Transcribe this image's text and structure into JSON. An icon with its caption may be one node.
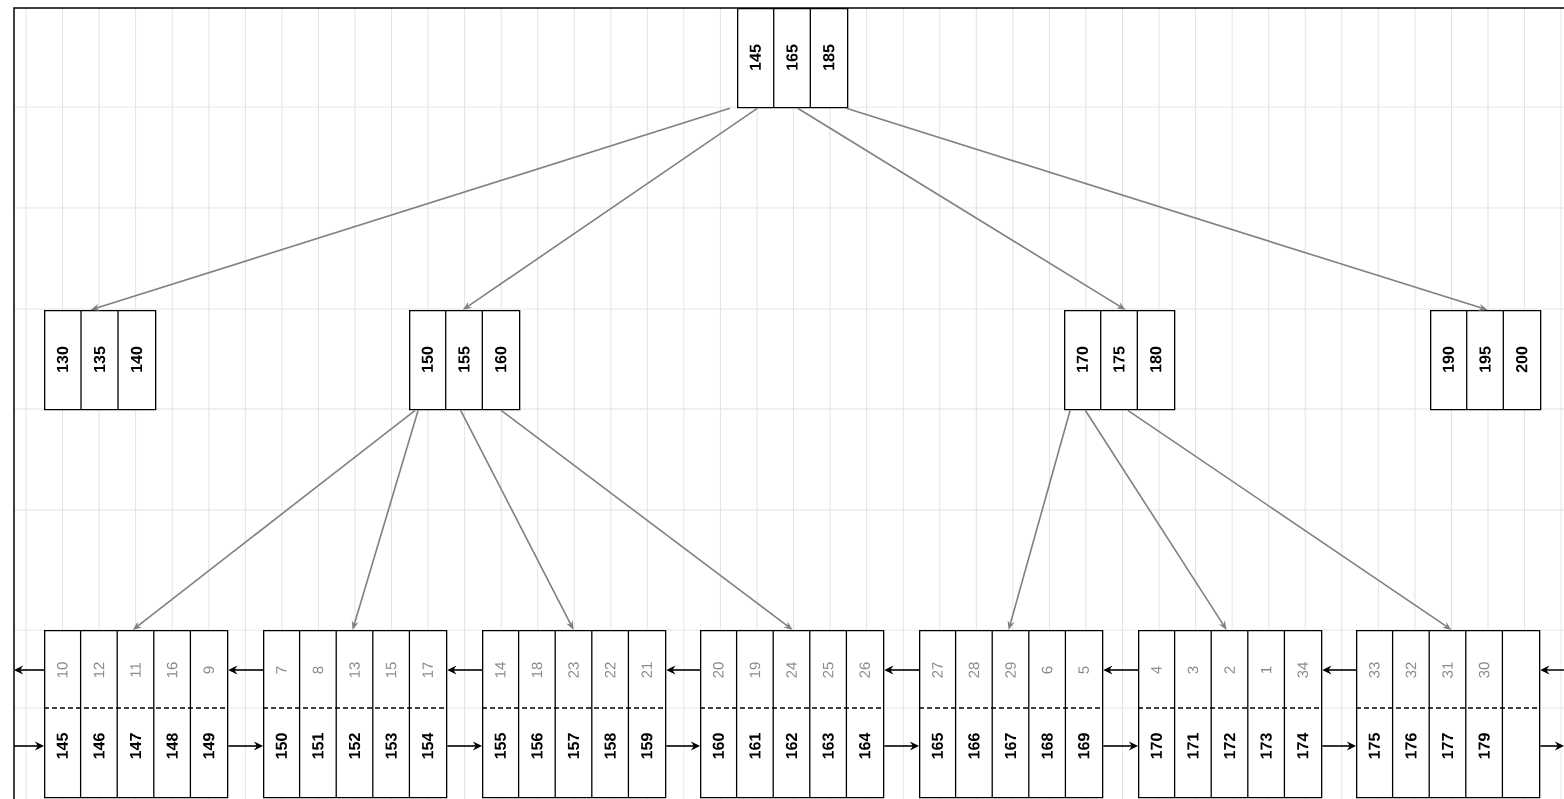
{
  "diagram": {
    "nodes": [
      {
        "text": [
          "145",
          "165",
          "185"
        ]
      },
      {
        "text": [
          "130",
          "135",
          "140"
        ]
      },
      {
        "text": [
          "150",
          "155",
          "160"
        ]
      },
      {
        "text": [
          "170",
          "175",
          "180"
        ]
      },
      {
        "text": [
          "190",
          "195",
          "200"
        ]
      },
      {
        "text": [
          "10",
          "12",
          "11",
          "16",
          "9",
          "145",
          "146",
          "147",
          "148",
          "149"
        ]
      },
      {
        "text": [
          "7",
          "8",
          "13",
          "15",
          "17",
          "150",
          "151",
          "152",
          "153",
          "154"
        ]
      },
      {
        "text": [
          "14",
          "18",
          "23",
          "22",
          "21",
          "155",
          "156",
          "157",
          "158",
          "159"
        ]
      },
      {
        "text": [
          "20",
          "19",
          "24",
          "25",
          "26",
          "160",
          "161",
          "162",
          "163",
          "164"
        ]
      },
      {
        "text": [
          "27",
          "28",
          "29",
          "6",
          "5",
          "165",
          "166",
          "167",
          "168",
          "169"
        ]
      },
      {
        "text": [
          "4",
          "3",
          "2",
          "1",
          "34",
          "170",
          "171",
          "172",
          "173",
          "174"
        ]
      },
      {
        "text": [
          "33",
          "32",
          "31",
          "30",
          "175",
          "176",
          "177",
          "179"
        ]
      }
    ],
    "edges": [
      {
        "from": 0,
        "to": 1,
        "arrow": "to",
        "color": "#808080"
      },
      {
        "from": 0,
        "to": 2,
        "arrow": "to",
        "color": "#808080"
      },
      {
        "from": 0,
        "to": 3,
        "arrow": "to",
        "color": "#808080"
      },
      {
        "from": 0,
        "to": 4,
        "arrow": "to",
        "color": "#808080"
      },
      {
        "from": 2,
        "to": 5,
        "arrow": "to",
        "color": "#808080"
      },
      {
        "from": 2,
        "to": 6,
        "arrow": "to",
        "color": "#808080"
      },
      {
        "from": 2,
        "to": 7,
        "arrow": "to",
        "color": "#808080"
      },
      {
        "from": 2,
        "to": 8,
        "arrow": "to",
        "color": "#808080"
      },
      {
        "from": 3,
        "to": 9,
        "arrow": "to",
        "color": "#808080"
      },
      {
        "from": 3,
        "to": 10,
        "arrow": "to",
        "color": "#808080"
      },
      {
        "from": 3,
        "to": 11,
        "arrow": "to",
        "color": "#808080"
      },
      {
        "from": 5,
        "to": null,
        "arrow": "to"
      },
      {
        "from": null,
        "to": 5,
        "arrow": "to"
      },
      {
        "from": 6,
        "to": 5,
        "arrow": "to"
      },
      {
        "from": 5,
        "to": 6,
        "arrow": "to"
      },
      {
        "from": 7,
        "to": 6,
        "arrow": "to"
      },
      {
        "from": 6,
        "to": 7,
        "arrow": "to"
      },
      {
        "from": 8,
        "to": 7,
        "arrow": "to"
      },
      {
        "from": 7,
        "to": 8,
        "arrow": "to"
      },
      {
        "from": 9,
        "to": 8,
        "arrow": "to"
      },
      {
        "from": 8,
        "to": 9,
        "arrow": "to"
      },
      {
        "from": 10,
        "to": 9,
        "arrow": "to"
      },
      {
        "from": 9,
        "to": 10,
        "arrow": "to"
      },
      {
        "from": 11,
        "to": 10,
        "arrow": "to"
      },
      {
        "from": 10,
        "to": 11,
        "arrow": "to"
      },
      {
        "from": null,
        "to": 11,
        "arrow": "to"
      },
      {
        "from": 11,
        "to": null,
        "arrow": "to"
      }
    ]
  }
}
